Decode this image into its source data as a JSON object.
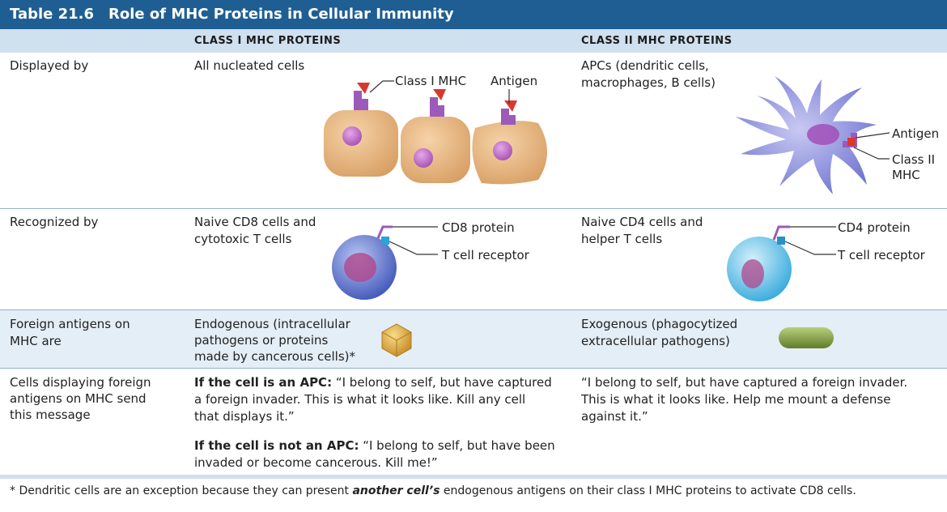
{
  "title": {
    "number": "Table 21.6",
    "text": "Role of MHC Proteins in Cellular Immunity"
  },
  "columns": {
    "class1": "CLASS I MHC PROTEINS",
    "class2": "CLASS II MHC PROTEINS"
  },
  "rows": [
    {
      "label": "Displayed by",
      "class1": "All nucleated cells",
      "class2_line1": "APCs (dendritic cells,",
      "class2_line2": "macrophages, B cells)"
    },
    {
      "label": "Recognized by",
      "class1_line1": "Naive CD8 cells and",
      "class1_line2": "cytotoxic T cells",
      "class2_line1": "Naive CD4 cells and",
      "class2_line2": "helper T cells"
    },
    {
      "label_line1": "Foreign antigens on",
      "label_line2": "MHC are",
      "class1_line1": "Endogenous (intracellular",
      "class1_line2": "pathogens or proteins",
      "class1_line3": "made by cancerous cells)*",
      "class2_line1": "Exogenous (phagocytized",
      "class2_line2": "extracellular pathogens)"
    },
    {
      "label_line1": "Cells displaying foreign",
      "label_line2": "antigens on MHC send",
      "label_line3": "this message",
      "class1_apc_lead": "If the cell is an APC:",
      "class1_apc_l1": " “I belong to self, but have captured",
      "class1_apc_l2": "a foreign invader. This is what it looks like. Kill any cell",
      "class1_apc_l3": "that displays it.”",
      "class1_notapc_lead": "If the cell is not an APC:",
      "class1_notapc_l1": " “I belong to self, but have been",
      "class1_notapc_l2": "invaded or become cancerous. Kill me!”",
      "class2_l1": "“I belong to self, but have captured a foreign invader.",
      "class2_l2": "This is what it looks like. Help me mount a defense",
      "class2_l3": "against it.”"
    }
  ],
  "figure_labels": {
    "class1_mhc": "Class I MHC",
    "antigen1": "Antigen",
    "antigen2": "Antigen",
    "class2_mhc_l1": "Class II",
    "class2_mhc_l2": "MHC",
    "cd8": "CD8 protein",
    "tcr1": "T cell receptor",
    "cd4": "CD4 protein",
    "tcr2": "T cell receptor"
  },
  "footnote": {
    "before": "* Dendritic cells are an exception because they can present ",
    "emph": "another cell’s",
    "after": " endogenous antigens on their class I MHC proteins to activate CD8 cells."
  },
  "colors": {
    "header": "#1f5e92",
    "band": "#e4eef6",
    "subhead": "#cfe0ee"
  }
}
